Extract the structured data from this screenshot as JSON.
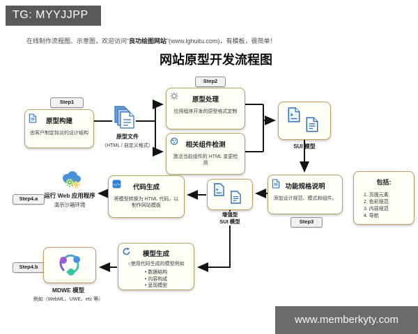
{
  "watermarks": {
    "tg_badge": "TG: MYYJJPP",
    "site_bar": "www.memberkyty.com"
  },
  "header": {
    "promo_pre": "在线制作流程图、示意图，欢迎访问“",
    "promo_bold": "良功绘图网站",
    "promo_post": "”(www.lghuitu.com)，有模板，很简单！",
    "title": "网站原型开发流程图"
  },
  "flow": {
    "step1": {
      "badge": "Step1",
      "title": "原型构建",
      "subtitle": "由客户制定拟议的设计结构"
    },
    "prototype_file": {
      "label": "原型文件",
      "sublabel": "（HTML / 自定义格式）"
    },
    "step2": {
      "badge": "Step2",
      "process": {
        "title": "原型处理",
        "subtitle": "应用程序开发的原型格式定制"
      },
      "detect": {
        "title": "相关组件检测",
        "subtitle": "激活当前组件的 HTML 变更检测"
      }
    },
    "sui_model": {
      "label": "SUI 模型"
    },
    "func_spec": {
      "badge": "Step3",
      "title": "功能规格说明",
      "subtitle": "添加设计规范、模式和组件。"
    },
    "includes": {
      "title": "包括:",
      "items": [
        "1. 页面元素",
        "2. 色彩规范",
        "3. 内容规范",
        "4. 导航"
      ]
    },
    "enhanced_sui": {
      "label_line1": "增强型",
      "label_line2": "SUI 模型"
    },
    "code_gen": {
      "title": "代码生成",
      "subtitle": "将模型转换为 HTML 代码，以制作网站模板"
    },
    "run_web": {
      "badge": "Step4.a",
      "title": "运行 Web 应用程序",
      "subtitle": "演示沙箱环境"
    },
    "model_gen": {
      "title": "模型生成",
      "subtitle": "○使用代码生成的模型例如",
      "bullets": [
        "数据结构",
        "内容构成",
        "呈现模型"
      ]
    },
    "mdwe": {
      "badge": "Step4.b",
      "title": "MDWE 模型",
      "subtitle": "例如（WebML、UWE、etc 等）"
    }
  },
  "icons": {
    "prototype_build": "document-icon",
    "prototype_file": "document-stack-icon",
    "prototype_process": "gear-icon",
    "component_detect": "components-icon",
    "sui_model": "document-icon",
    "func_spec": "document-icon",
    "enhanced_sui": "document-icon",
    "code_gen": "code-icon",
    "run_web": "cloud-gears-icon",
    "model_gen": "refresh-cycle-icon",
    "mdwe": "model-cycle-icon"
  },
  "colors": {
    "node_border": "#b3a266",
    "artifact_border": "#c59a5e",
    "doc_blue": "#2e6fb7",
    "tg_badge_bg": "#58595b",
    "watermark_bar_bg": "#6b6b6b",
    "mdwe_purple": "#9b59d6",
    "mdwe_blue": "#4a90e2",
    "mdwe_teal": "#35c4a0"
  }
}
